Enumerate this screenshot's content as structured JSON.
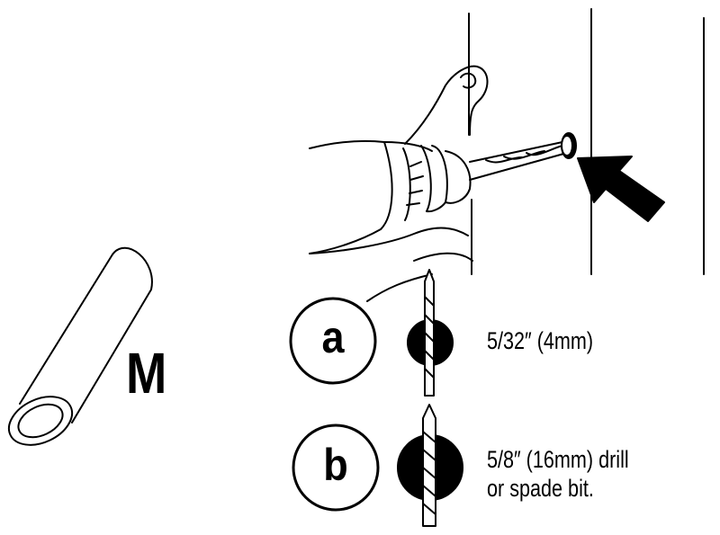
{
  "hardware_label": "M",
  "steps": [
    {
      "letter": "a",
      "size_text": "5/32″ (4mm)"
    },
    {
      "letter": "b",
      "size_line1": "5/8″ (16mm) drill",
      "size_line2": "or spade bit."
    }
  ]
}
